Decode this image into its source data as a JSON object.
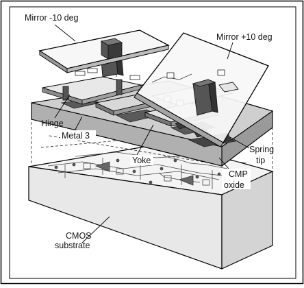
{
  "diagram": {
    "labels": {
      "mirror_minus": "Mirror -10 deg",
      "mirror_plus": "Mirror +10 deg",
      "hinge": "Hinge",
      "metal3": "Metal 3",
      "yoke": "Yoke",
      "spring_tip_line1": "Spring",
      "spring_tip_line2": "tip",
      "cmp_line1": "CMP",
      "cmp_line2": "oxide",
      "cmos_line1": "CMOS",
      "cmos_line2": "substrate"
    }
  }
}
